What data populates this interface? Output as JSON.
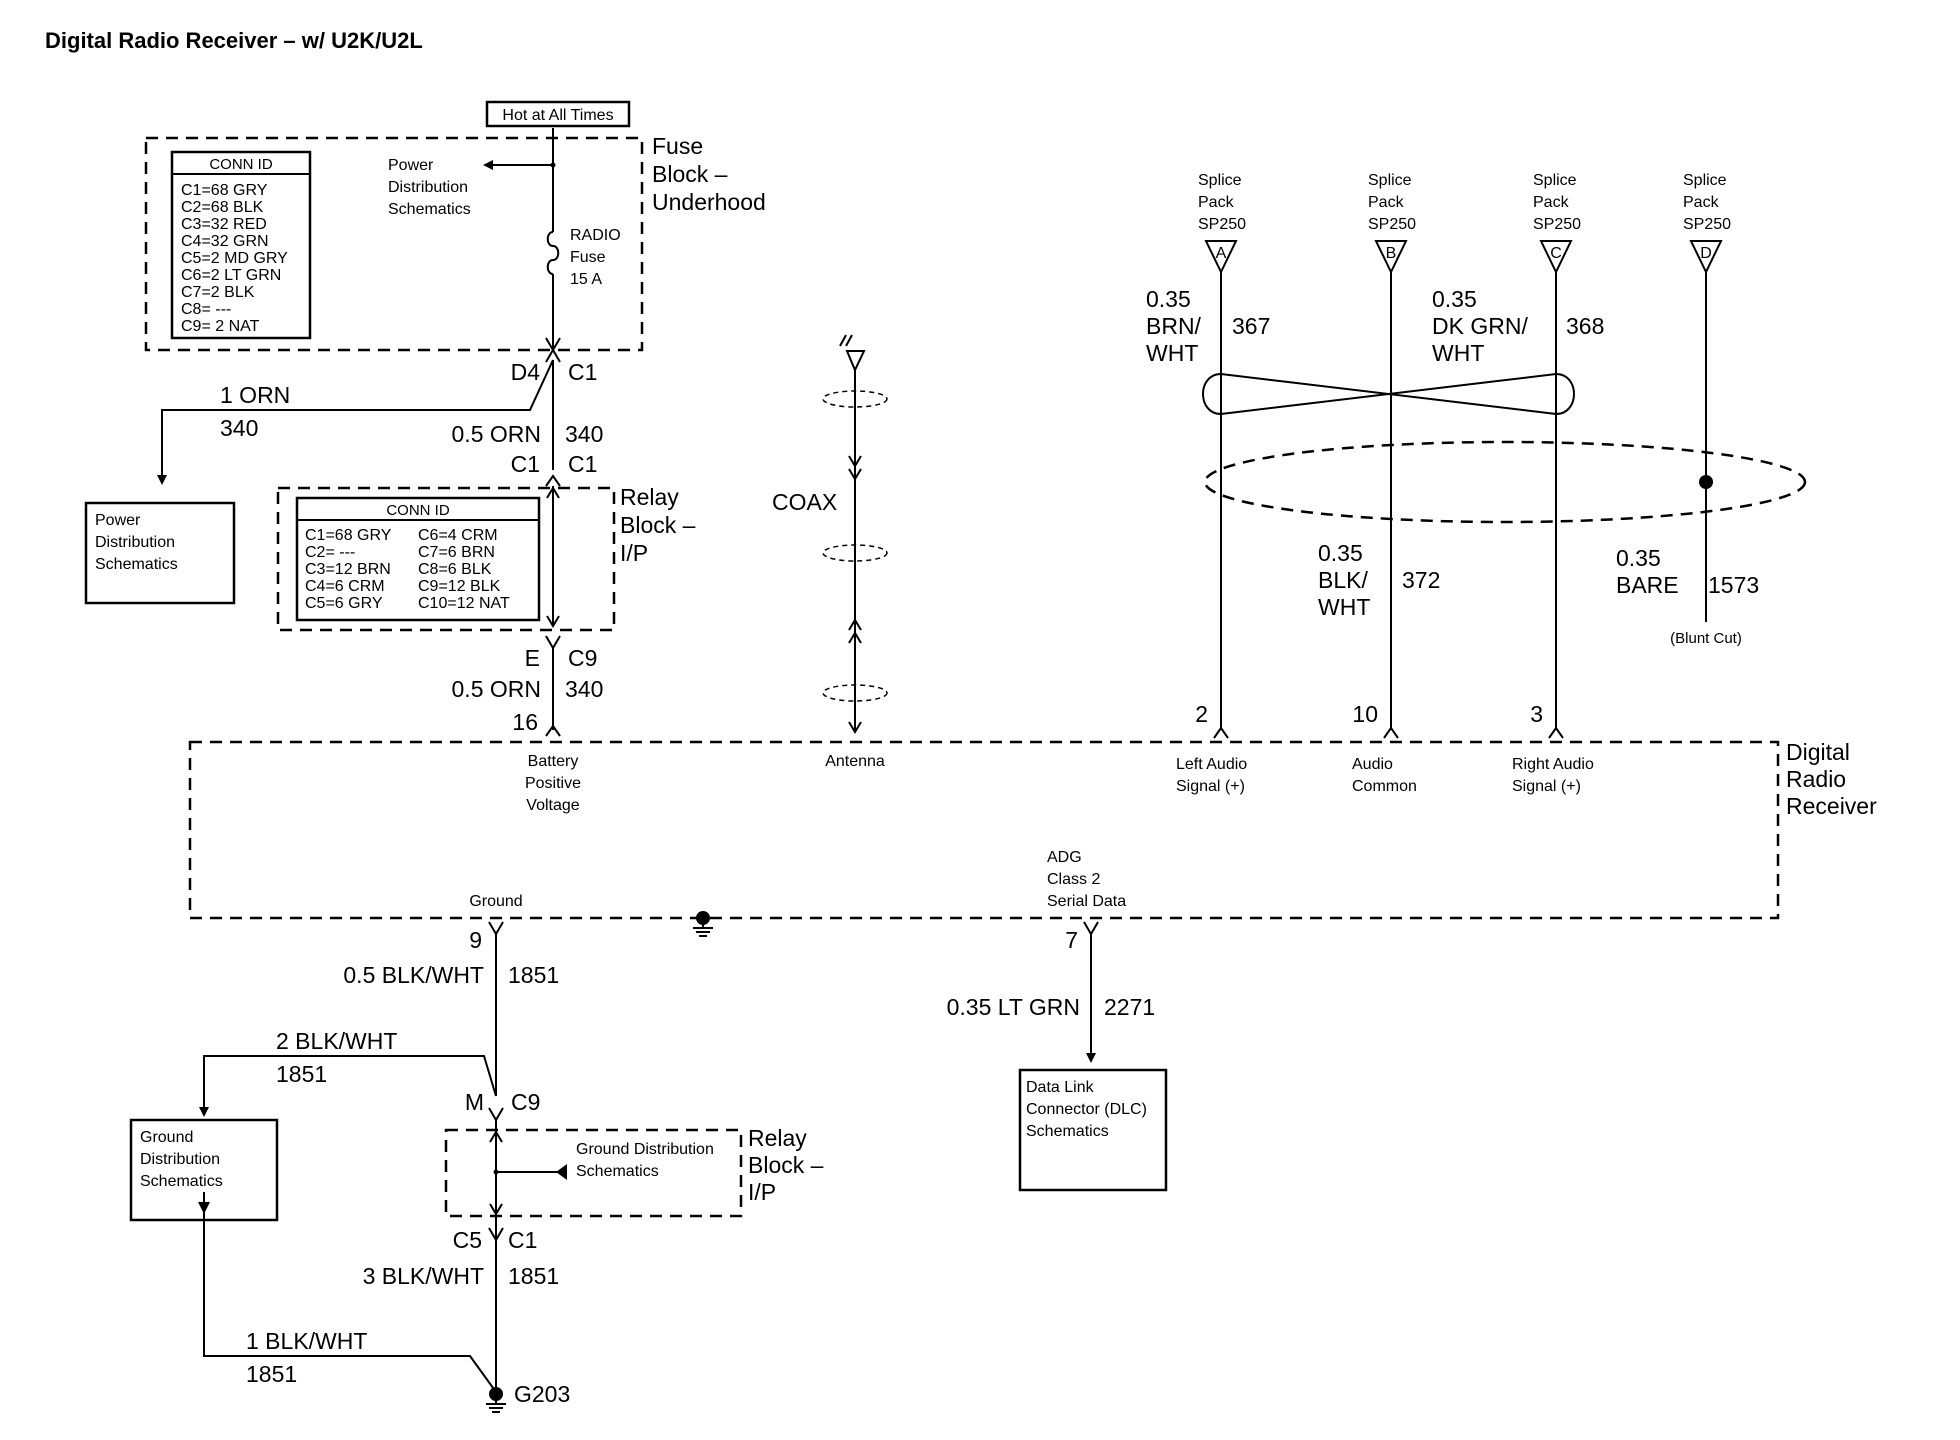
{
  "title": "Digital Radio Receiver – w/ U2K/U2L",
  "hot_label": "Hot at All Times",
  "fuse_block": {
    "name_lines": [
      "Fuse",
      "Block –",
      "Underhood"
    ],
    "conn_title": "CONN ID",
    "conn_lines": [
      "C1=68 GRY",
      "C2=68 BLK",
      "C3=32 RED",
      "C4=32 GRN",
      "C5=2 MD GRY",
      "C6=2 LT GRN",
      "C7=2 BLK",
      "C8= ---",
      "C9= 2 NAT"
    ],
    "power_dist_lines": [
      "Power",
      "Distribution",
      "Schematics"
    ],
    "fuse_lines": [
      "RADIO",
      "Fuse",
      "15 A"
    ]
  },
  "fuse_out": {
    "left_pin": "D4",
    "right_pin": "C1",
    "branch_wire": "1 ORN",
    "branch_circuit": "340",
    "main_wire": "0.5 ORN",
    "main_circuit": "340"
  },
  "power_dist_box": [
    "Power",
    "Distribution",
    "Schematics"
  ],
  "relay_block_top": {
    "in_left": "C1",
    "in_right": "C1",
    "name_lines": [
      "Relay",
      "Block –",
      "I/P"
    ],
    "conn_title": "CONN ID",
    "conn_left": [
      "C1=68 GRY",
      "C2= ---",
      "C3=12 BRN",
      "C4=6 CRM",
      "C5=6 GRY"
    ],
    "conn_right": [
      "C6=4 CRM",
      "C7=6 BRN",
      "C8=6 BLK",
      "C9=12 BLK",
      "C10=12 NAT"
    ],
    "out_left": "E",
    "out_right": "C9",
    "out_wire": "0.5 ORN",
    "out_circuit": "340",
    "out_pin": "16"
  },
  "antenna": {
    "coax": "COAX",
    "label": "Antenna"
  },
  "splices": [
    {
      "lines": [
        "Splice",
        "Pack",
        "SP250"
      ],
      "letter": "A"
    },
    {
      "lines": [
        "Splice",
        "Pack",
        "SP250"
      ],
      "letter": "B"
    },
    {
      "lines": [
        "Splice",
        "Pack",
        "SP250"
      ],
      "letter": "C"
    },
    {
      "lines": [
        "Splice",
        "Pack",
        "SP250"
      ],
      "letter": "D"
    }
  ],
  "audio_wires": {
    "left": {
      "size": "0.35",
      "color_lines": [
        "BRN/",
        "WHT"
      ],
      "circuit": "367",
      "pin": "2",
      "label_lines": [
        "Left Audio",
        "Signal (+)"
      ]
    },
    "common": {
      "size": "0.35",
      "color_lines": [
        "BLK/",
        "WHT"
      ],
      "circuit": "372",
      "pin": "10",
      "label_lines": [
        "Audio",
        "Common"
      ]
    },
    "right": {
      "size": "0.35",
      "color_lines": [
        "DK GRN/",
        "WHT"
      ],
      "circuit": "368",
      "pin": "3",
      "label_lines": [
        "Right Audio",
        "Signal (+)"
      ]
    },
    "drain": {
      "size": "0.35",
      "color": "BARE",
      "circuit": "1573",
      "note": "(Blunt Cut)"
    }
  },
  "receiver": {
    "name_lines": [
      "Digital",
      "Radio",
      "Receiver"
    ],
    "battery_lines": [
      "Battery",
      "Positive",
      "Voltage"
    ],
    "ground_label": "Ground",
    "adg_lines": [
      "ADG",
      "Class 2",
      "Serial Data"
    ]
  },
  "ground_circuit": {
    "pin": "9",
    "wire": "0.5 BLK/WHT",
    "circuit": "1851",
    "branch_wire": "2 BLK/WHT",
    "branch_circuit": "1851",
    "relay_in_left": "M",
    "relay_in_right": "C9",
    "ground_dist_lines": [
      "Ground Distribution",
      "Schematics"
    ],
    "relay_name_lines": [
      "Relay",
      "Block –",
      "I/P"
    ],
    "relay_out_left": "C5",
    "relay_out_right": "C1",
    "out_wire": "3 BLK/WHT",
    "out_circuit": "1851",
    "return_wire": "1 BLK/WHT",
    "return_circuit": "1851",
    "ground_point": "G203"
  },
  "ground_dist_box": [
    "Ground",
    "Distribution",
    "Schematics"
  ],
  "serial": {
    "pin": "7",
    "wire": "0.35 LT GRN",
    "circuit": "2271"
  },
  "dlc_box": [
    "Data Link",
    "Connector (DLC)",
    "Schematics"
  ]
}
